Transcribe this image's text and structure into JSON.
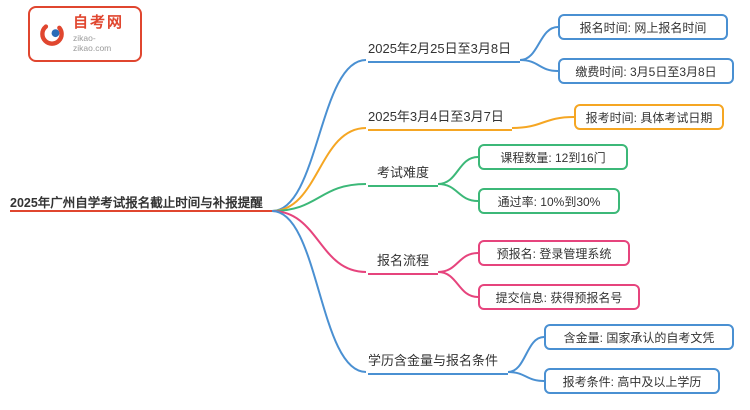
{
  "logo": {
    "title": "自考网",
    "domain": "zikao-zikao.com"
  },
  "root": {
    "label": "2025年广州自学考试报名截止时间与补报提醒",
    "color": "#e0462f"
  },
  "colors": {
    "blue": "#4a90d2",
    "orange": "#f5a623",
    "green": "#3cb878",
    "pink": "#e6447d",
    "red": "#e0462f"
  },
  "branches": [
    {
      "label": "2025年2月25日至3月8日",
      "color": "#4a90d2",
      "children": [
        {
          "text": "报名时间: 网上报名时间"
        },
        {
          "text": "缴费时间: 3月5日至3月8日"
        }
      ]
    },
    {
      "label": "2025年3月4日至3月7日",
      "color": "#f5a623",
      "children": [
        {
          "text": "报考时间: 具体考试日期"
        }
      ]
    },
    {
      "label": "考试难度",
      "color": "#3cb878",
      "children": [
        {
          "text": "课程数量: 12到16门"
        },
        {
          "text": "通过率: 10%到30%"
        }
      ]
    },
    {
      "label": "报名流程",
      "color": "#e6447d",
      "children": [
        {
          "text": "预报名: 登录管理系统"
        },
        {
          "text": "提交信息: 获得预报名号"
        }
      ]
    },
    {
      "label": "学历含金量与报名条件",
      "color": "#4a90d2",
      "children": [
        {
          "text": "含金量: 国家承认的自考文凭"
        },
        {
          "text": "报考条件: 高中及以上学历"
        }
      ]
    }
  ]
}
